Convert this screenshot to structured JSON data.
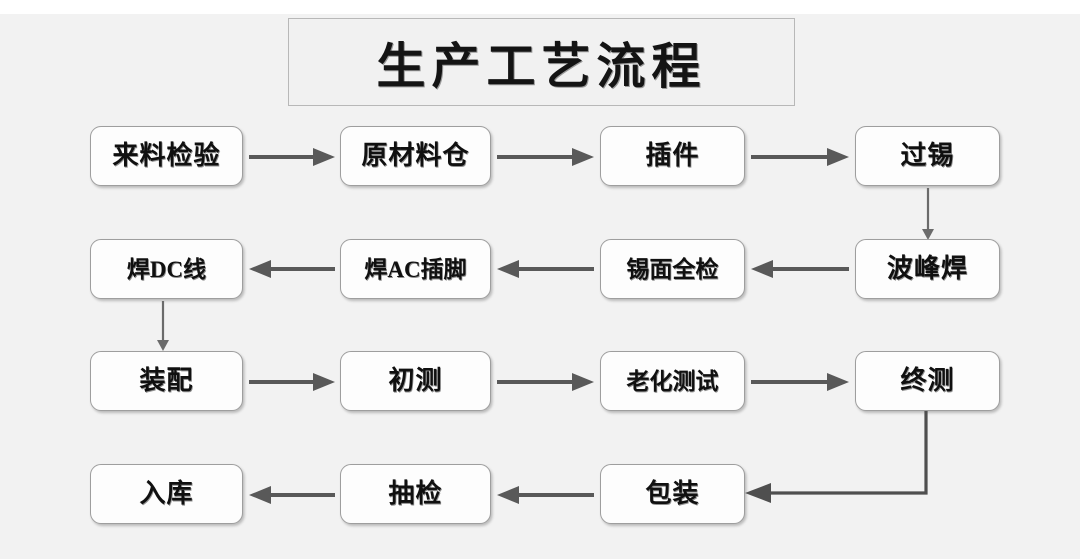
{
  "page": {
    "background_color": "#f2f2f2",
    "title": "生产工艺流程"
  },
  "diagram": {
    "type": "flowchart",
    "node_fill_color": "#fdfdfd",
    "node_border_color": "#9e9e9e",
    "arrow_color": "#595959",
    "rows": [
      {
        "row_index": 1,
        "direction": "left-to-right",
        "nodes": [
          {
            "id": "n1",
            "label": "来料检验"
          },
          {
            "id": "n2",
            "label": "原材料仓"
          },
          {
            "id": "n3",
            "label": "插件"
          },
          {
            "id": "n4",
            "label": "过锡"
          }
        ]
      },
      {
        "row_index": 2,
        "direction": "right-to-left",
        "nodes": [
          {
            "id": "n8",
            "label": "焊DC线"
          },
          {
            "id": "n7",
            "label": "焊AC插脚"
          },
          {
            "id": "n6",
            "label": "锡面全检"
          },
          {
            "id": "n5",
            "label": "波峰焊"
          }
        ]
      },
      {
        "row_index": 3,
        "direction": "left-to-right",
        "nodes": [
          {
            "id": "n9",
            "label": "装配"
          },
          {
            "id": "n10",
            "label": "初测"
          },
          {
            "id": "n11",
            "label": "老化测试"
          },
          {
            "id": "n12",
            "label": "终测"
          }
        ]
      },
      {
        "row_index": 4,
        "direction": "right-to-left",
        "nodes": [
          {
            "id": "n15",
            "label": "入库"
          },
          {
            "id": "n14",
            "label": "抽检"
          },
          {
            "id": "n13",
            "label": "包装"
          }
        ]
      }
    ],
    "connectors": [
      {
        "id": "c1",
        "from": "来料检验",
        "to": "原材料仓",
        "style": "straight-right"
      },
      {
        "id": "c2",
        "from": "原材料仓",
        "to": "插件",
        "style": "straight-right"
      },
      {
        "id": "c3",
        "from": "插件",
        "to": "过锡",
        "style": "straight-right"
      },
      {
        "id": "c4",
        "from": "过锡",
        "to": "波峰焊",
        "style": "straight-down"
      },
      {
        "id": "c5",
        "from": "波峰焊",
        "to": "锡面全检",
        "style": "straight-left"
      },
      {
        "id": "c6",
        "from": "锡面全检",
        "to": "焊AC插脚",
        "style": "straight-left"
      },
      {
        "id": "c7",
        "from": "焊AC插脚",
        "to": "焊DC线",
        "style": "straight-left"
      },
      {
        "id": "c8",
        "from": "焊DC线",
        "to": "装配",
        "style": "straight-down"
      },
      {
        "id": "c9",
        "from": "装配",
        "to": "初测",
        "style": "straight-right"
      },
      {
        "id": "c10",
        "from": "初测",
        "to": "老化测试",
        "style": "straight-right"
      },
      {
        "id": "c11",
        "from": "老化测试",
        "to": "终测",
        "style": "straight-right"
      },
      {
        "id": "c12",
        "from": "终测",
        "to": "包装",
        "style": "elbow-down-left"
      },
      {
        "id": "c13",
        "from": "包装",
        "to": "抽检",
        "style": "straight-left"
      },
      {
        "id": "c14",
        "from": "抽检",
        "to": "入库",
        "style": "straight-left"
      }
    ]
  }
}
